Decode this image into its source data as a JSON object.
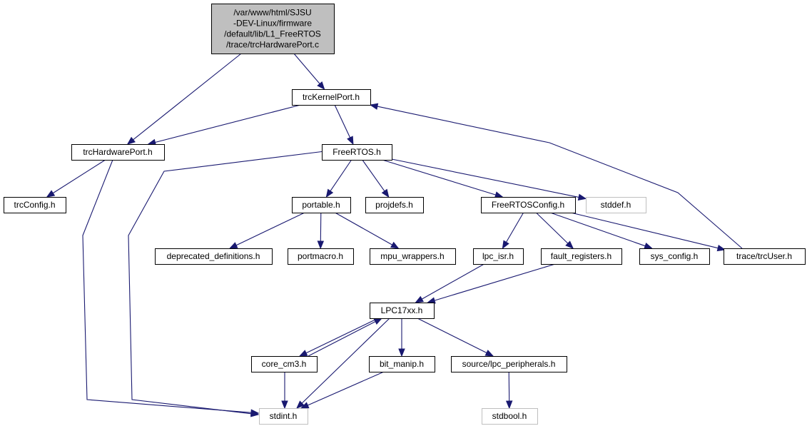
{
  "diagram": {
    "nodes": [
      {
        "id": "root",
        "lines": [
          "/var/www/html/SJSU",
          "-DEV-Linux/firmware",
          "/default/lib/L1_FreeRTOS",
          "/trace/trcHardwarePort.c"
        ],
        "style": "root"
      },
      {
        "id": "trcKernelPort",
        "lines": [
          "trcKernelPort.h"
        ],
        "style": "normal"
      },
      {
        "id": "trcHardwarePort",
        "lines": [
          "trcHardwarePort.h"
        ],
        "style": "normal"
      },
      {
        "id": "FreeRTOS",
        "lines": [
          "FreeRTOS.h"
        ],
        "style": "normal"
      },
      {
        "id": "trcConfig",
        "lines": [
          "trcConfig.h"
        ],
        "style": "normal"
      },
      {
        "id": "portable",
        "lines": [
          "portable.h"
        ],
        "style": "normal"
      },
      {
        "id": "projdefs",
        "lines": [
          "projdefs.h"
        ],
        "style": "normal"
      },
      {
        "id": "FreeRTOSConfig",
        "lines": [
          "FreeRTOSConfig.h"
        ],
        "style": "normal"
      },
      {
        "id": "stddef",
        "lines": [
          "stddef.h"
        ],
        "style": "missing"
      },
      {
        "id": "deprecated",
        "lines": [
          "deprecated_definitions.h"
        ],
        "style": "normal"
      },
      {
        "id": "portmacro",
        "lines": [
          "portmacro.h"
        ],
        "style": "normal"
      },
      {
        "id": "mpu_wrappers",
        "lines": [
          "mpu_wrappers.h"
        ],
        "style": "normal"
      },
      {
        "id": "lpc_isr",
        "lines": [
          "lpc_isr.h"
        ],
        "style": "normal"
      },
      {
        "id": "fault_registers",
        "lines": [
          "fault_registers.h"
        ],
        "style": "normal"
      },
      {
        "id": "sys_config",
        "lines": [
          "sys_config.h"
        ],
        "style": "normal"
      },
      {
        "id": "trcUser",
        "lines": [
          "trace/trcUser.h"
        ],
        "style": "normal"
      },
      {
        "id": "LPC17xx",
        "lines": [
          "LPC17xx.h"
        ],
        "style": "normal"
      },
      {
        "id": "core_cm3",
        "lines": [
          "core_cm3.h"
        ],
        "style": "normal"
      },
      {
        "id": "bit_manip",
        "lines": [
          "bit_manip.h"
        ],
        "style": "normal"
      },
      {
        "id": "lpc_peripherals",
        "lines": [
          "source/lpc_peripherals.h"
        ],
        "style": "normal"
      },
      {
        "id": "stdint",
        "lines": [
          "stdint.h"
        ],
        "style": "missing"
      },
      {
        "id": "stdbool",
        "lines": [
          "stdbool.h"
        ],
        "style": "missing"
      }
    ],
    "edges": [
      {
        "from": "root",
        "to": "trcKernelPort"
      },
      {
        "from": "root",
        "to": "trcHardwarePort"
      },
      {
        "from": "trcKernelPort",
        "to": "trcHardwarePort"
      },
      {
        "from": "trcKernelPort",
        "to": "FreeRTOS"
      },
      {
        "from": "trcUser",
        "to": "trcKernelPort"
      },
      {
        "from": "trcHardwarePort",
        "to": "trcConfig"
      },
      {
        "from": "trcHardwarePort",
        "to": "stdint"
      },
      {
        "from": "FreeRTOS",
        "to": "stdint"
      },
      {
        "from": "FreeRTOS",
        "to": "portable"
      },
      {
        "from": "FreeRTOS",
        "to": "projdefs"
      },
      {
        "from": "FreeRTOS",
        "to": "FreeRTOSConfig"
      },
      {
        "from": "FreeRTOS",
        "to": "stddef"
      },
      {
        "from": "portable",
        "to": "deprecated"
      },
      {
        "from": "portable",
        "to": "portmacro"
      },
      {
        "from": "portable",
        "to": "mpu_wrappers"
      },
      {
        "from": "FreeRTOSConfig",
        "to": "lpc_isr"
      },
      {
        "from": "FreeRTOSConfig",
        "to": "fault_registers"
      },
      {
        "from": "FreeRTOSConfig",
        "to": "sys_config"
      },
      {
        "from": "FreeRTOSConfig",
        "to": "trcUser"
      },
      {
        "from": "lpc_isr",
        "to": "LPC17xx"
      },
      {
        "from": "fault_registers",
        "to": "LPC17xx"
      },
      {
        "from": "LPC17xx",
        "to": "core_cm3"
      },
      {
        "from": "core_cm3",
        "to": "LPC17xx"
      },
      {
        "from": "LPC17xx",
        "to": "bit_manip"
      },
      {
        "from": "LPC17xx",
        "to": "lpc_peripherals"
      },
      {
        "from": "LPC17xx",
        "to": "stdint"
      },
      {
        "from": "core_cm3",
        "to": "stdint"
      },
      {
        "from": "bit_manip",
        "to": "stdint"
      },
      {
        "from": "lpc_peripherals",
        "to": "stdbool"
      }
    ]
  }
}
